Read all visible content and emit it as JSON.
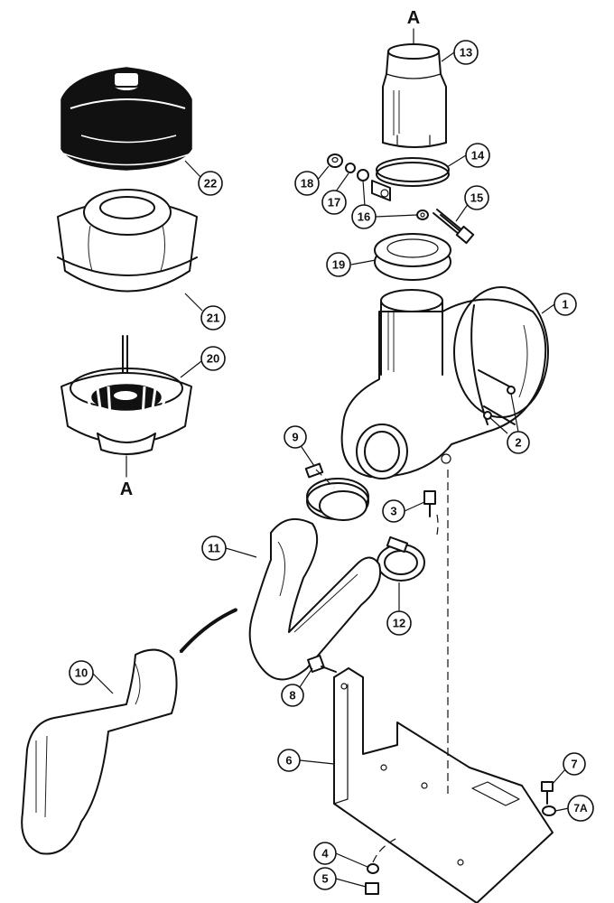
{
  "diagram": {
    "section_markers": [
      "A",
      "A"
    ],
    "callouts": [
      {
        "id": "c1",
        "label": "1"
      },
      {
        "id": "c2",
        "label": "2"
      },
      {
        "id": "c3",
        "label": "3"
      },
      {
        "id": "c4",
        "label": "4"
      },
      {
        "id": "c5",
        "label": "5"
      },
      {
        "id": "c6",
        "label": "6"
      },
      {
        "id": "c7",
        "label": "7"
      },
      {
        "id": "c7a",
        "label": "7A"
      },
      {
        "id": "c8",
        "label": "8"
      },
      {
        "id": "c9",
        "label": "9"
      },
      {
        "id": "c10",
        "label": "10"
      },
      {
        "id": "c11",
        "label": "11"
      },
      {
        "id": "c12",
        "label": "12"
      },
      {
        "id": "c13",
        "label": "13"
      },
      {
        "id": "c14",
        "label": "14"
      },
      {
        "id": "c15",
        "label": "15"
      },
      {
        "id": "c16",
        "label": "16"
      },
      {
        "id": "c17",
        "label": "17"
      },
      {
        "id": "c18",
        "label": "18"
      },
      {
        "id": "c19",
        "label": "19"
      },
      {
        "id": "c20",
        "label": "20"
      },
      {
        "id": "c21",
        "label": "21"
      },
      {
        "id": "c22",
        "label": "22"
      }
    ]
  }
}
